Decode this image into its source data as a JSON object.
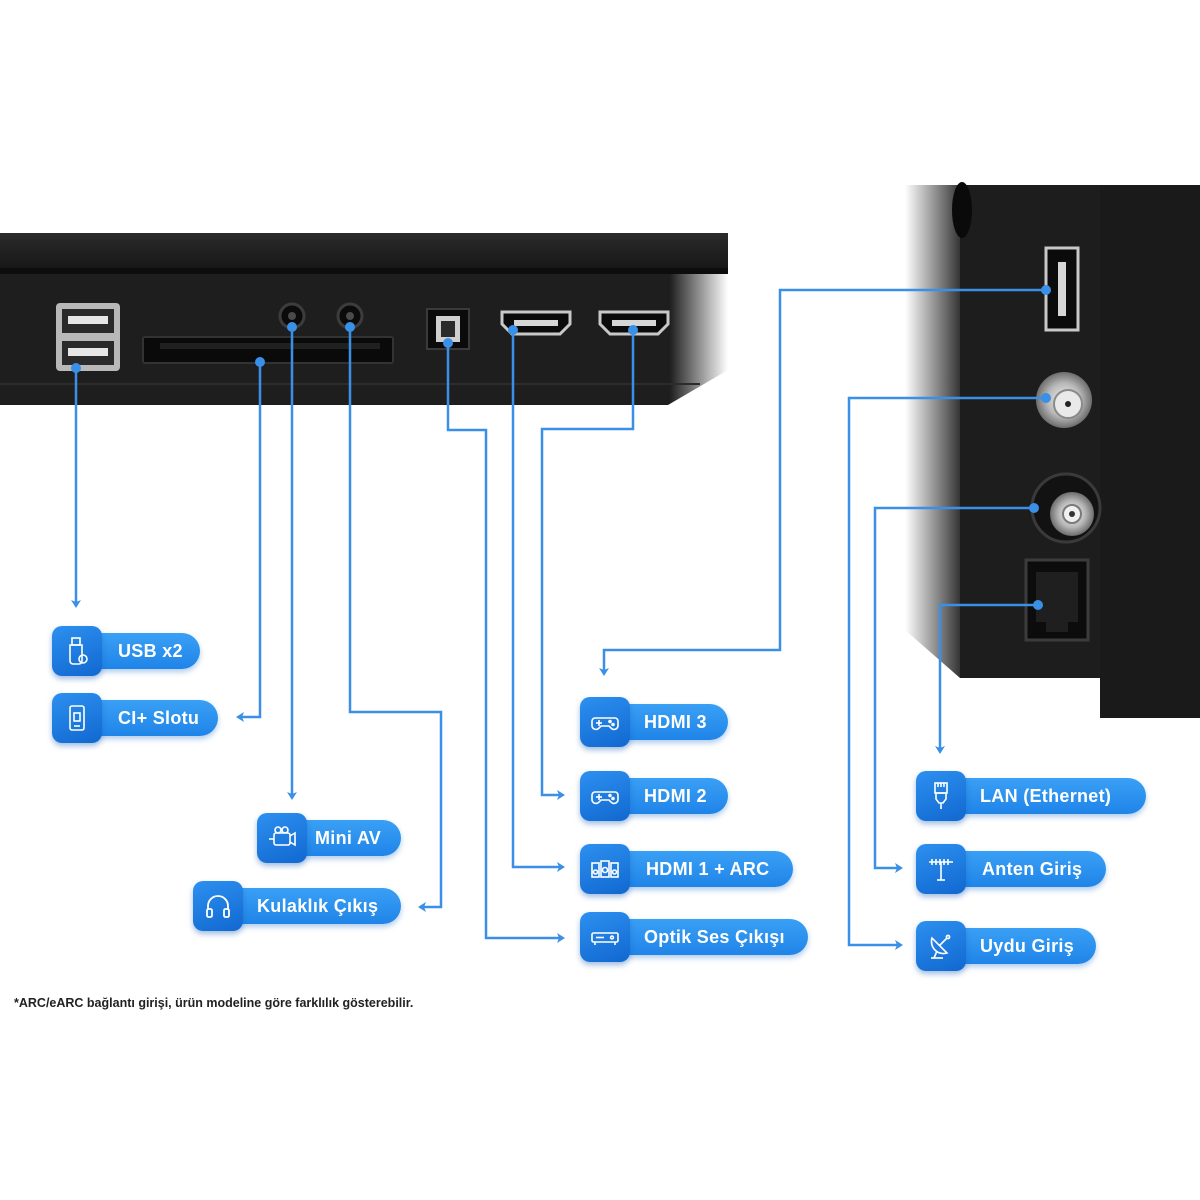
{
  "colors": {
    "accent": "#3a8fe6",
    "label_bg": "#2a8ff0",
    "icon_bg": "#1a72d8",
    "panel": "#1c1c1c"
  },
  "labels": [
    {
      "key": "usb",
      "text": "USB x2",
      "icon": "usb-stick-icon"
    },
    {
      "key": "ci",
      "text": "CI+ Slotu",
      "icon": "ci-card-icon"
    },
    {
      "key": "miniav",
      "text": "Mini AV",
      "icon": "camcorder-icon"
    },
    {
      "key": "kulaklik",
      "text": "Kulaklık Çıkış",
      "icon": "headphones-icon"
    },
    {
      "key": "hdmi3",
      "text": "HDMI 3",
      "icon": "gamepad-icon"
    },
    {
      "key": "hdmi2",
      "text": "HDMI 2",
      "icon": "gamepad-icon"
    },
    {
      "key": "hdmi1",
      "text": "HDMI 1 + ARC",
      "icon": "soundbar-icon"
    },
    {
      "key": "optik",
      "text": "Optik Ses Çıkışı",
      "icon": "optical-device-icon"
    },
    {
      "key": "lan",
      "text": "LAN (Ethernet)",
      "icon": "ethernet-plug-icon"
    },
    {
      "key": "anten",
      "text": "Anten Giriş",
      "icon": "antenna-icon"
    },
    {
      "key": "uydu",
      "text": "Uydu Giriş",
      "icon": "satellite-dish-icon"
    }
  ],
  "footnote": "*ARC/eARC bağlantı girişi, ürün modeline göre farklılık gösterebilir."
}
